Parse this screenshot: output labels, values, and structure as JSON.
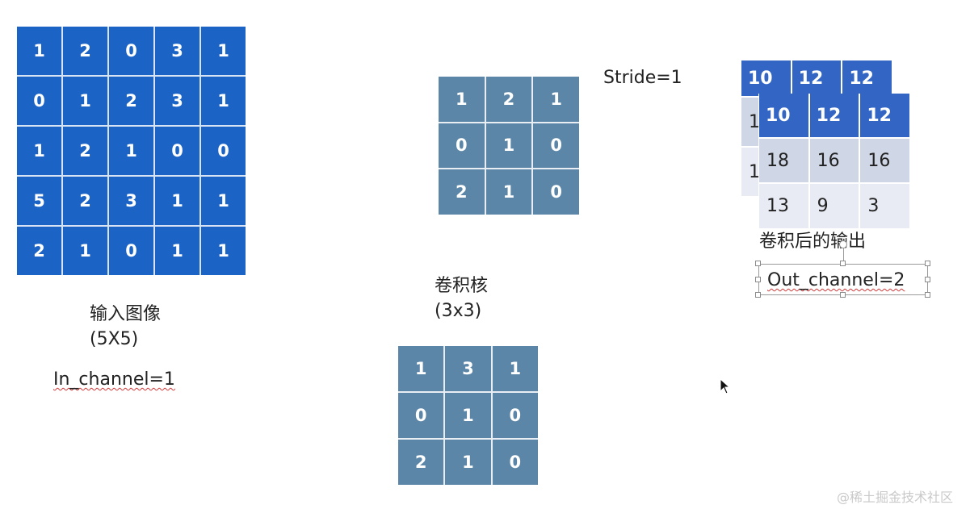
{
  "input": {
    "rows": [
      [
        "1",
        "2",
        "0",
        "3",
        "1"
      ],
      [
        "0",
        "1",
        "2",
        "3",
        "1"
      ],
      [
        "1",
        "2",
        "1",
        "0",
        "0"
      ],
      [
        "5",
        "2",
        "3",
        "1",
        "1"
      ],
      [
        "2",
        "1",
        "0",
        "1",
        "1"
      ]
    ],
    "title": "输入图像",
    "size": "(5X5)",
    "channel_label": "In_channel=1"
  },
  "kernel": {
    "title": "卷积核",
    "size": "(3x3)",
    "k1": [
      [
        "1",
        "2",
        "1"
      ],
      [
        "0",
        "1",
        "0"
      ],
      [
        "2",
        "1",
        "0"
      ]
    ],
    "k2": [
      [
        "1",
        "3",
        "1"
      ],
      [
        "0",
        "1",
        "0"
      ],
      [
        "2",
        "1",
        "0"
      ]
    ]
  },
  "stride_label": "Stride=1",
  "output": {
    "back": [
      [
        "10",
        "12",
        "12"
      ],
      [
        "1",
        "",
        " "
      ],
      [
        "1",
        "",
        " "
      ]
    ],
    "front": [
      [
        "10",
        "12",
        "12"
      ],
      [
        "18",
        "16",
        "16"
      ],
      [
        "13",
        "9",
        "3"
      ]
    ],
    "title": "卷积后的输出",
    "channel_label": "Out_channel=2"
  },
  "icons": {
    "cursor": "mouse-pointer-icon"
  },
  "watermark": "@稀土掘金技术社区",
  "colors": {
    "input_cell": "#1c63c6",
    "kernel_cell": "#5b86a7",
    "output_header": "#3366c4"
  }
}
